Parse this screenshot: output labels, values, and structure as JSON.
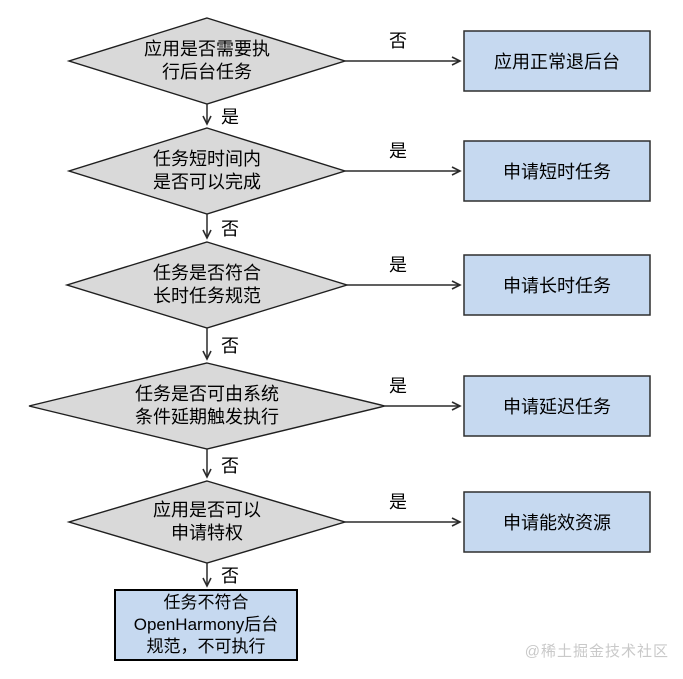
{
  "flowchart": {
    "decisions": [
      "应用是否需要执\n行后台任务",
      "任务短时间内\n是否可以完成",
      "任务是否符合\n长时任务规范",
      "任务是否可由系统\n条件延期触发执行",
      "应用是否可以\n申请特权"
    ],
    "actions": [
      "应用正常退后台",
      "申请短时任务",
      "申请长时任务",
      "申请延迟任务",
      "申请能效资源"
    ],
    "terminal": "任务不符合\nOpenHarmony后台\n规范，不可执行",
    "h_labels": [
      "否",
      "是",
      "是",
      "是",
      "是"
    ],
    "v_labels": [
      "是",
      "否",
      "否",
      "否",
      "否"
    ],
    "watermark": "@稀土掘金技术社区",
    "colors": {
      "decision_fill": "#d9d9d9",
      "action_fill": "#c6d9f0",
      "line": "#2b2b2b",
      "watermark": "#c9c9c9"
    }
  }
}
